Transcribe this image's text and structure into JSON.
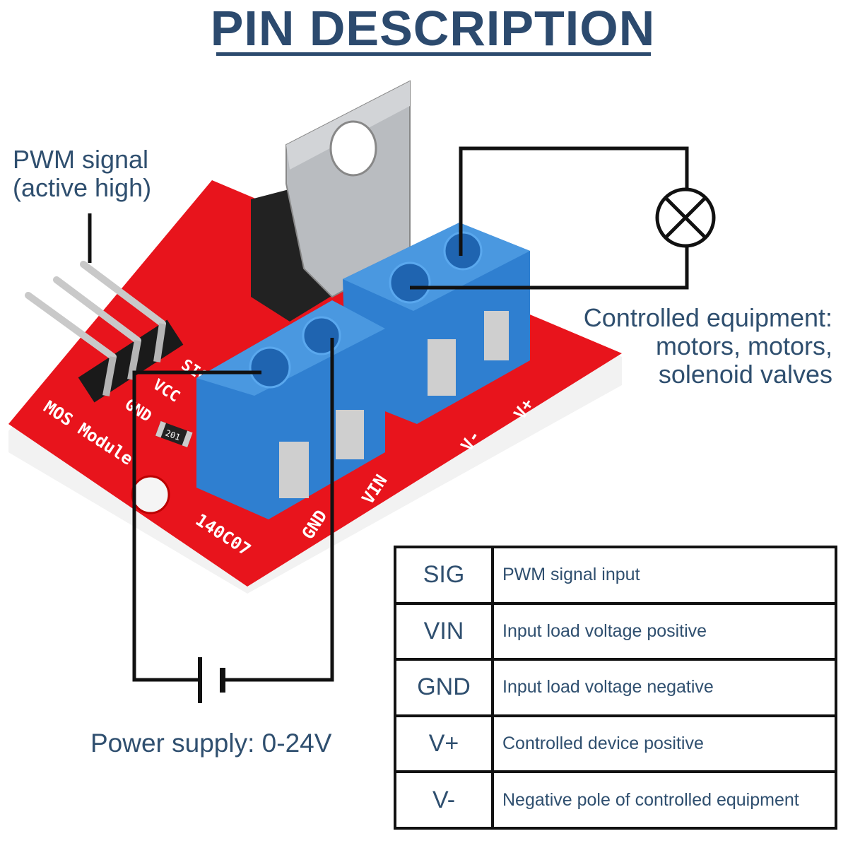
{
  "title": "PIN DESCRIPTION",
  "labels": {
    "pwm_line1": "PWM signal",
    "pwm_line2": "(active high)",
    "ctrl_line1": "Controlled equipment:",
    "ctrl_line2": "motors, motors,",
    "ctrl_line3": "solenoid valves",
    "power": "Power supply: 0-24V"
  },
  "board": {
    "header_pins": [
      "SIG",
      "VCC",
      "GND"
    ],
    "module_name": "MOS Module",
    "part_code": "140C07",
    "resistor": "201",
    "terminal_left": [
      "GND",
      "VIN"
    ],
    "terminal_right": [
      "V-",
      "V+"
    ]
  },
  "pins": [
    {
      "pin": "SIG",
      "desc": "PWM signal input"
    },
    {
      "pin": "VIN",
      "desc": "Input load voltage positive"
    },
    {
      "pin": "GND",
      "desc": "Input load voltage negative"
    },
    {
      "pin": "V+",
      "desc": "Controlled device positive"
    },
    {
      "pin": "V-",
      "desc": "Negative pole of controlled equipment"
    }
  ],
  "colors": {
    "title": "#2c4a6e",
    "text": "#2f4f6f",
    "board": "#e8141c",
    "terminal": "#2f7fd0",
    "heatsink": "#b9bcc0"
  }
}
